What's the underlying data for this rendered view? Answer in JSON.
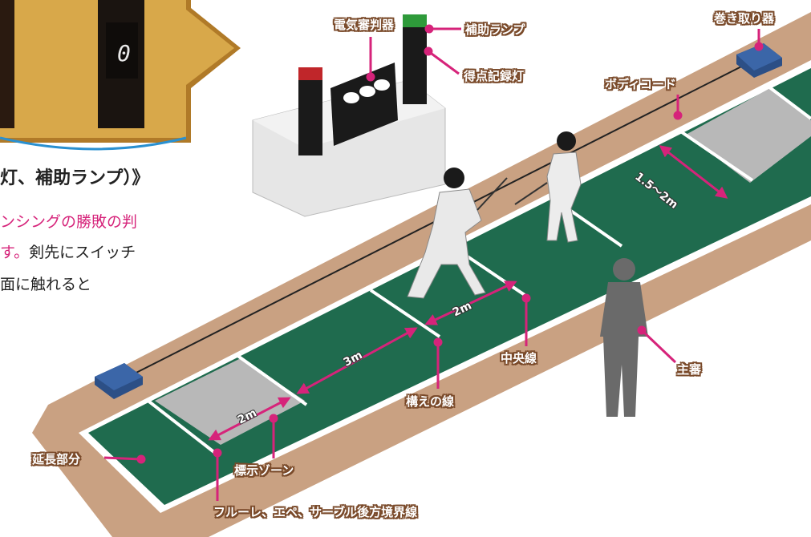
{
  "colors": {
    "piste_green": "#1f6b4e",
    "warning_gray": "#b8b8b8",
    "floor_brown": "#c9a182",
    "pointer_pink": "#d6237a",
    "label_outline": "#7a4a2a",
    "caption_pink": "#d6237a"
  },
  "photo": {
    "score_digit": "0"
  },
  "caption": {
    "heading": "灯、補助ランプ）》",
    "line1": "ンシングの勝敗の判",
    "line2_pink": "す。",
    "line2_black": "剣先にスイッチ",
    "line3": "面に触れると"
  },
  "labels": {
    "scoring_apparatus": "電気審判器",
    "aux_lamp": "補助ランプ",
    "score_lamp": "得点記録灯",
    "reel": "巻き取り器",
    "body_cord": "ボディコード",
    "center_line": "中央線",
    "en_garde_line": "構えの線",
    "warning_zone": "標示ゾーン",
    "extension": "延長部分",
    "rear_limit": "フルーレ、エペ、サーブル後方境界線",
    "referee": "主審"
  },
  "distances": {
    "width": "1.5～2m",
    "center_to_guard": "2m",
    "guard_to_warning": "3m",
    "warning_zone": "2m"
  },
  "icons": [
    "fencer-left-icon",
    "fencer-right-icon",
    "referee-icon",
    "reel-icon",
    "scoring-box-icon"
  ]
}
